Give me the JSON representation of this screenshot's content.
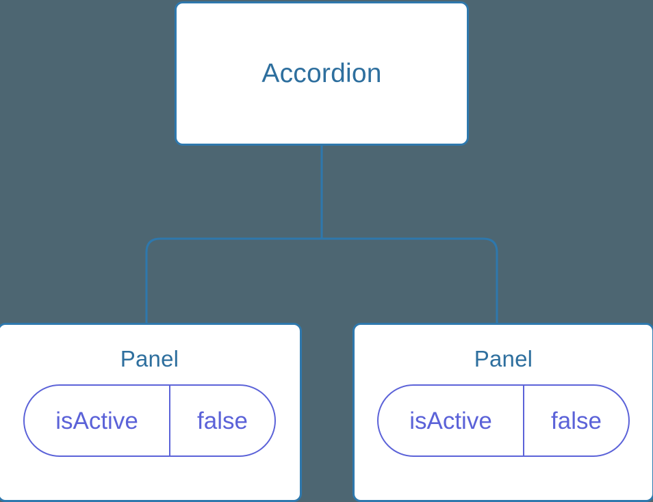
{
  "diagram": {
    "type": "component-tree",
    "background_color": "#4d6672",
    "node_border_color": "#2e78ad",
    "node_title_color": "#2e6f9e",
    "state_color": "#5b62d8",
    "connector_color": "#2e78ad",
    "root": {
      "title": "Accordion"
    },
    "children": [
      {
        "title": "Panel",
        "state": {
          "key": "isActive",
          "value": "false"
        }
      },
      {
        "title": "Panel",
        "state": {
          "key": "isActive",
          "value": "false"
        }
      }
    ]
  }
}
